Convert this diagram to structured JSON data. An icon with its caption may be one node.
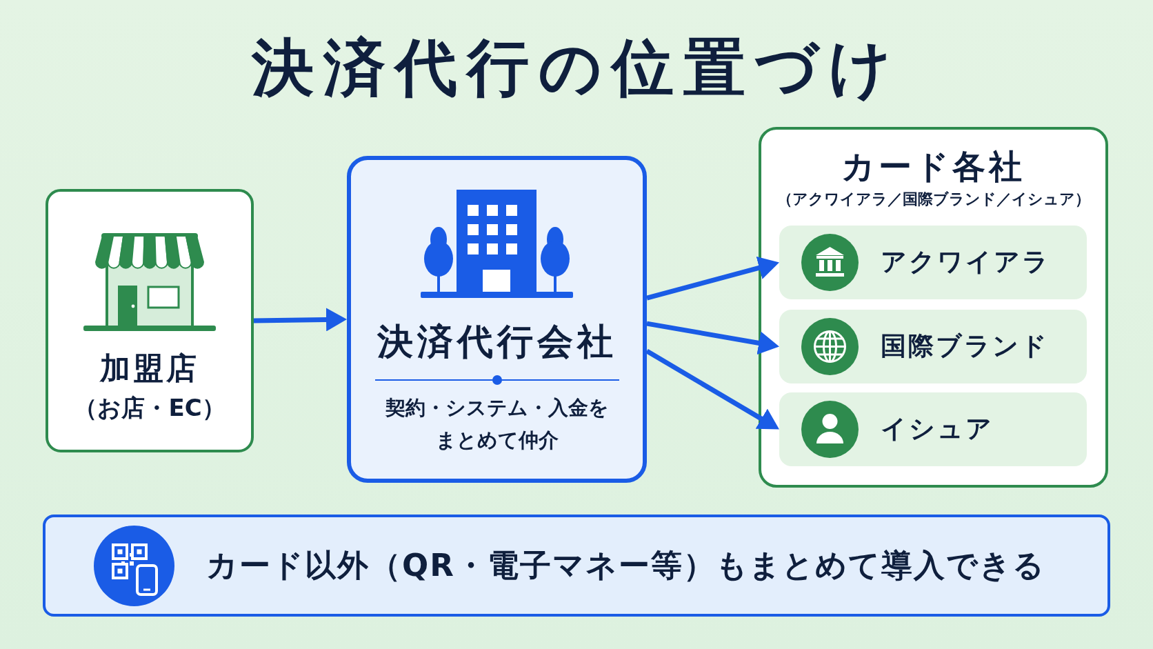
{
  "diagram": {
    "title": "決済代行の位置づけ",
    "nodes": [
      {
        "text": [
          "加盟店",
          "（お店・EC）"
        ]
      },
      {
        "text": [
          "決済代行会社",
          "契約・システム・入金をまとめて仲介"
        ]
      },
      {
        "text": [
          "カード各社",
          "（アクワイアラ／国際ブランド／イシュア）"
        ]
      },
      {
        "text": [
          "アクワイアラ"
        ],
        "in": 2
      },
      {
        "text": [
          "国際ブランド"
        ],
        "in": 2
      },
      {
        "text": [
          "イシュア"
        ],
        "in": 2
      },
      {
        "text": [
          "カード以外（QR・電子マネー等）もまとめて導入できる"
        ]
      }
    ],
    "edges": [
      {
        "from": 0,
        "to": 1,
        "arrow": "to"
      },
      {
        "from": 1,
        "to": 3,
        "arrow": "to"
      },
      {
        "from": 1,
        "to": 4,
        "arrow": "to"
      },
      {
        "from": 1,
        "to": 5,
        "arrow": "to"
      }
    ]
  }
}
